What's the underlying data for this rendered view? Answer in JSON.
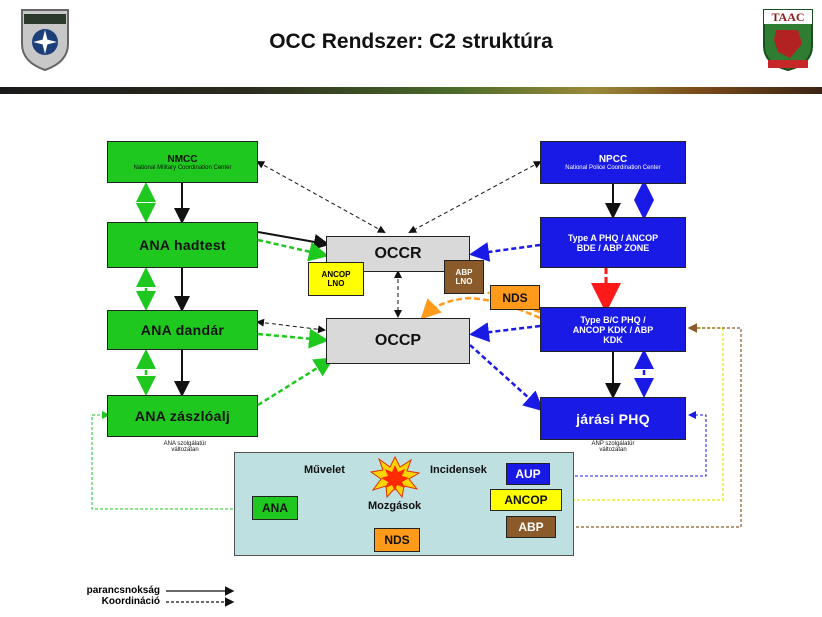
{
  "header": {
    "title": "OCC Rendszer: C2 struktúra",
    "right_logo_text": "TAAC"
  },
  "nodes": {
    "nmcc": {
      "title": "NMCC",
      "subtitle": "National Military Coordination Center"
    },
    "npcc": {
      "title": "NPCC",
      "subtitle": "National Police Coordination Center"
    },
    "ana_hadtest": "ANA hadtest",
    "ana_dandar": "ANA dandár",
    "ana_zaszloalj": "ANA zászlóalj",
    "occr": "OCCR",
    "occp": "OCCP",
    "ancop_lno": "ANCOP LNO",
    "abp_lno": "ABP LNO",
    "nds_mid": "NDS",
    "type_a": "Type A PHQ / ANCOP BDE / ABP ZONE",
    "type_bc": "Type B/C PHQ / ANCOP KDK / ABP KDK",
    "jarasi": "járási PHQ",
    "note_ana": "ANA szolgálatür változatan",
    "note_anp": "ANP szolgálatür változatan"
  },
  "panel": {
    "muvelet": "Művelet",
    "incidensek": "Incidensek",
    "mozgasok": "Mozgások",
    "ana": "ANA",
    "nds": "NDS",
    "aup": "AUP",
    "ancop": "ANCOP",
    "abp": "ABP"
  },
  "legend": {
    "command": "parancsnokság",
    "coordination": "Koordináció"
  },
  "colors": {
    "green": "#1ec81e",
    "blue": "#1a1ae6",
    "yellow": "#ffff00",
    "brown": "#8b5a2b",
    "orange": "#ff9a1a",
    "panel": "#bfe0e0",
    "red": "#ff1a1a"
  }
}
